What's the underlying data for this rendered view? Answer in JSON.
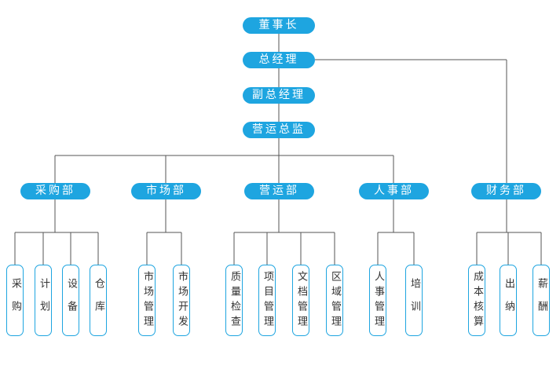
{
  "chairman": "董事长",
  "general_manager": "总经理",
  "deputy_gm": "副总经理",
  "ops_director": "营运总监",
  "departments": [
    {
      "name": "采购部",
      "subs": [
        "采购",
        "计划",
        "设备",
        "仓库"
      ]
    },
    {
      "name": "市场部",
      "subs": [
        "市场管理",
        "市场开发"
      ]
    },
    {
      "name": "营运部",
      "subs": [
        "质量检查",
        "项目管理",
        "文档管理",
        "区域管理"
      ]
    },
    {
      "name": "人事部",
      "subs": [
        "人事管理",
        "培训"
      ]
    },
    {
      "name": "财务部",
      "subs": [
        "成本核算",
        "出纳",
        "薪酬"
      ]
    }
  ],
  "colors": {
    "accent": "#1ea5e0",
    "line": "#555555",
    "text": "#333333"
  }
}
